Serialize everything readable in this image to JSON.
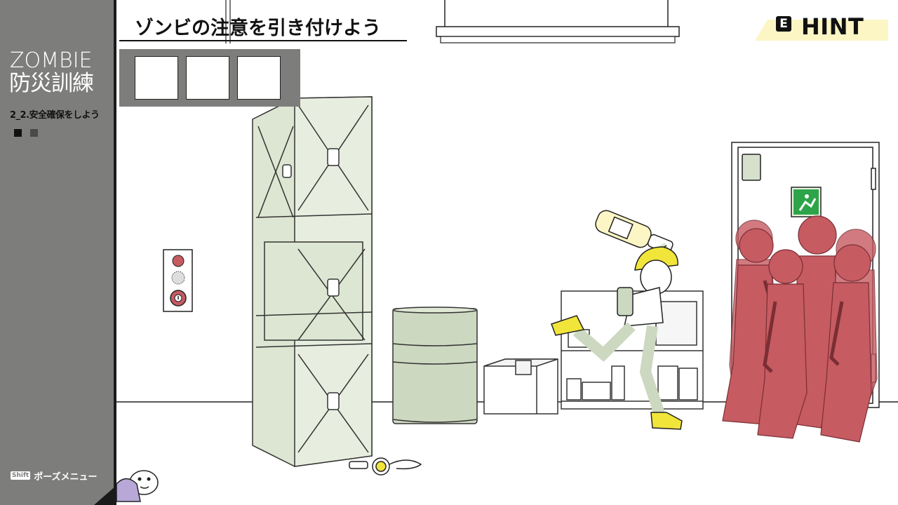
{
  "objective": {
    "text": "ゾンビの注意を引き付けよう"
  },
  "hint": {
    "key": "E",
    "label": "HINT"
  },
  "sidebar": {
    "logo_en": "ZOMBIE",
    "logo_ja": "防災訓練",
    "stage": "2_2.安全確保をしよう",
    "pause_key": "Shift",
    "pause_label": "ポーズメニュー"
  },
  "inventory": {
    "slot_count": 3
  },
  "colors": {
    "sidebar": "#7d7e7c",
    "zombie": "#c65b62",
    "helmet": "#f2e53a",
    "shelf": "#dde6d2",
    "barrel": "#cdd8c1",
    "hint_bg": "#fbf6c4",
    "exit_sign": "#2ea44a"
  },
  "icons": [
    "shift-key-icon",
    "exit-sign-icon",
    "alarm-button-icon",
    "flashlight-icon"
  ]
}
